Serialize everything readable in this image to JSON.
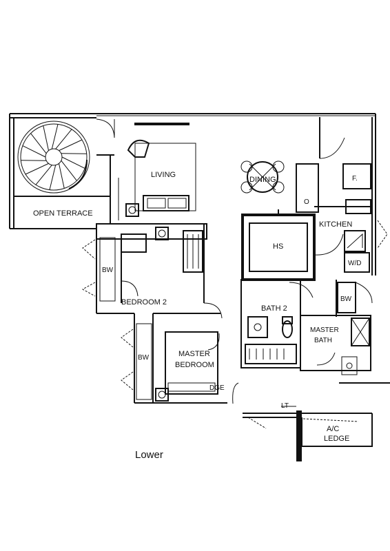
{
  "floor_plan": {
    "caption": "Lower",
    "rooms": {
      "living": "LIVING",
      "dining": "DINING",
      "open_terrace": "OPEN TERRACE",
      "kitchen": "KITCHEN",
      "hs": "HS",
      "bedroom_2": "BEDROOM 2",
      "bath_2": "BATH 2",
      "master_bedroom_line1": "MASTER",
      "master_bedroom_line2": "BEDROOM",
      "master_bath_line1": "MASTER",
      "master_bath_line2": "BATH",
      "ledge": "LEDGE"
    },
    "fixtures": {
      "bw_bedroom2": "BW",
      "bw_master": "BW",
      "bw_bath": "BW",
      "washer_dryer": "W/D",
      "fridge": "F.",
      "oven": "O",
      "ac": "A/C",
      "dge": "DGE",
      "lt": "LT"
    }
  }
}
